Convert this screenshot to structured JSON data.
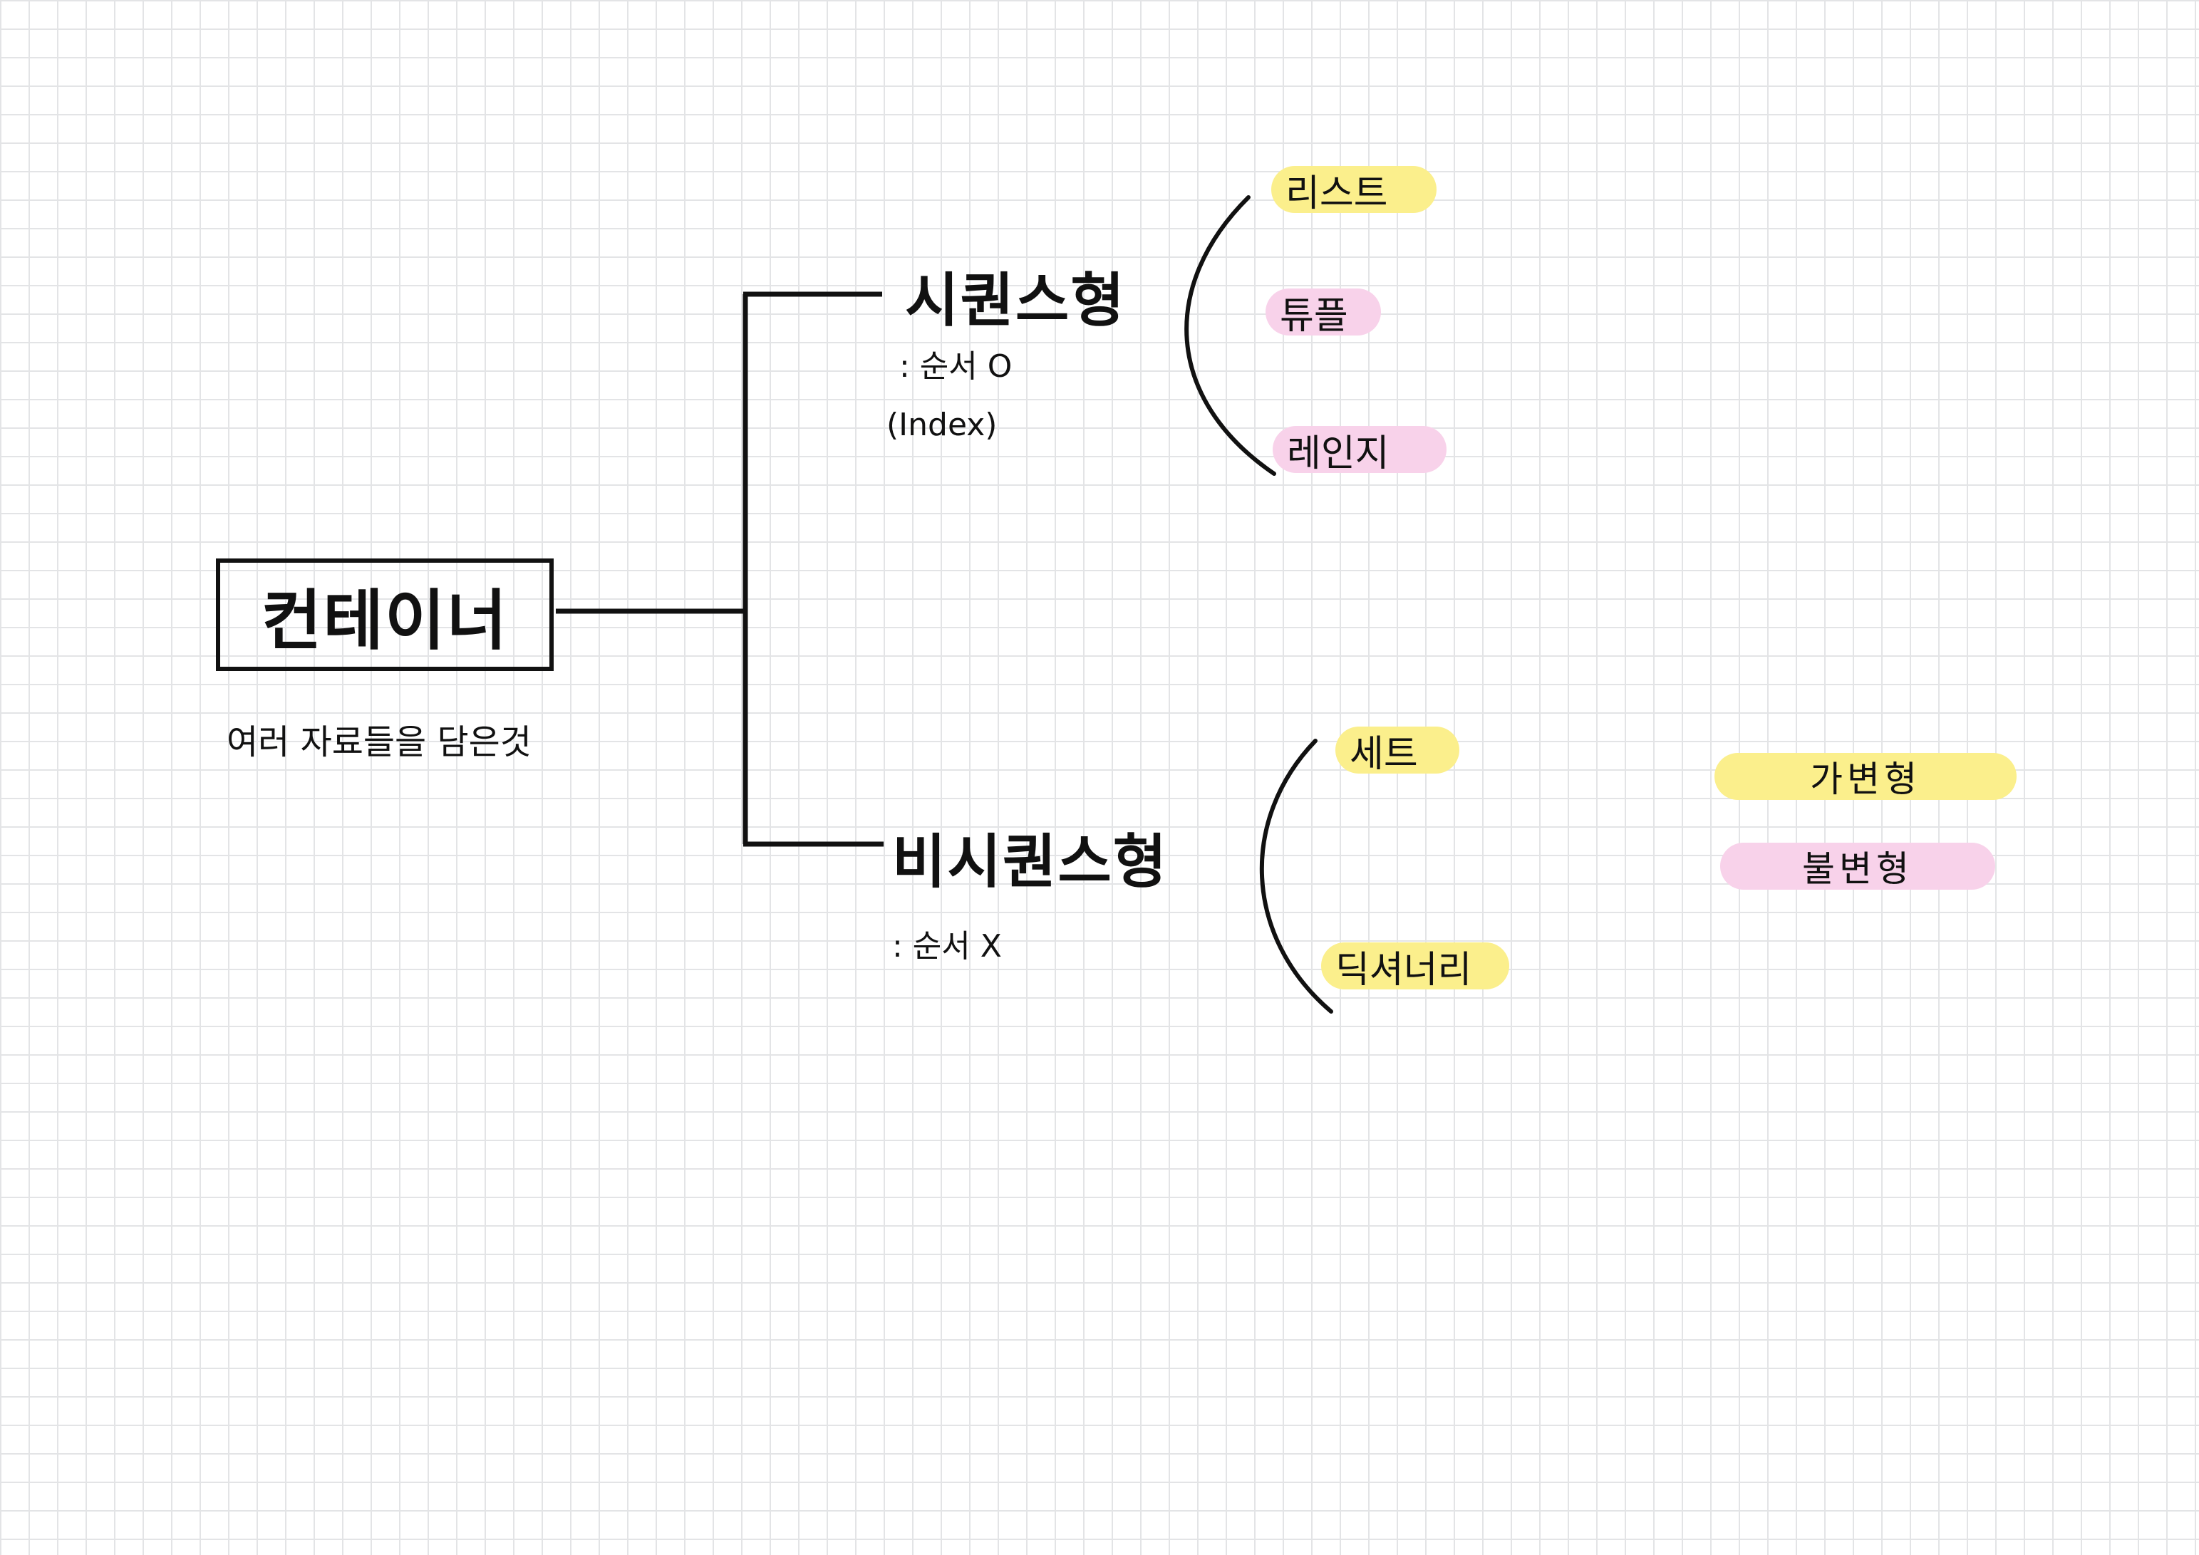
{
  "root": {
    "label": "컨테이너",
    "note": "여러 자료들을 담은것"
  },
  "branches": [
    {
      "title": "시퀀스형",
      "note_lines": [
        ": 순서 O",
        "(Index)"
      ],
      "items": [
        {
          "label": "리스트",
          "highlight": "yellow"
        },
        {
          "label": "튜플",
          "highlight": "pink"
        },
        {
          "label": "레인지",
          "highlight": "pink"
        }
      ]
    },
    {
      "title": "비시퀀스형",
      "note_lines": [
        ": 순서 X"
      ],
      "items": [
        {
          "label": "세트",
          "highlight": "yellow"
        },
        {
          "label": "딕셔너리",
          "highlight": "yellow"
        }
      ]
    }
  ],
  "legend": [
    {
      "label": "가변형",
      "color": "#fbef8c"
    },
    {
      "label": "불변형",
      "color": "#f8d2ea"
    }
  ],
  "colors": {
    "yellow": "#fbef8c",
    "pink": "#f8d2ea",
    "ink": "#111111",
    "grid": "#e3e4e6"
  }
}
